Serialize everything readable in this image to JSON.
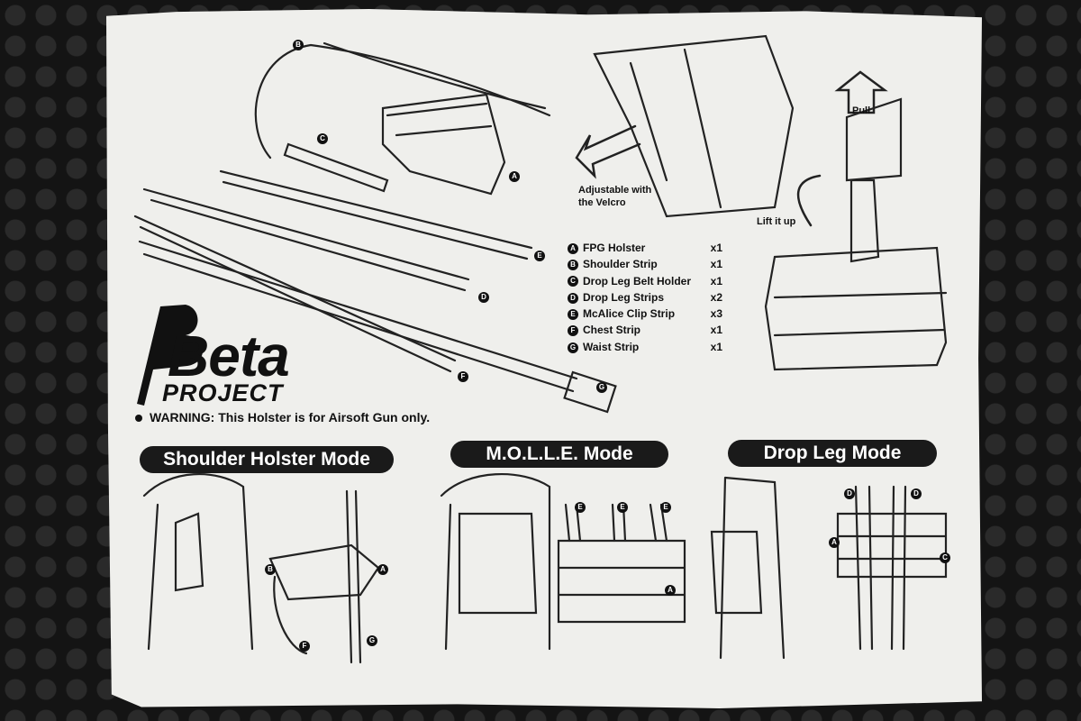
{
  "brand": {
    "logo": "Beta",
    "sub": "PROJECT"
  },
  "warning": "WARNING: This Holster is for Airsoft Gun only.",
  "modes": [
    {
      "label": "Shoulder Holster Mode"
    },
    {
      "label": "M.O.L.L.E. Mode"
    },
    {
      "label": "Drop Leg Mode"
    }
  ],
  "parts": [
    {
      "letter": "A",
      "name": "FPG Holster",
      "qty": "x1"
    },
    {
      "letter": "B",
      "name": "Shoulder Strip",
      "qty": "x1"
    },
    {
      "letter": "C",
      "name": "Drop Leg Belt Holder",
      "qty": "x1"
    },
    {
      "letter": "D",
      "name": "Drop Leg Strips",
      "qty": "x2"
    },
    {
      "letter": "E",
      "name": "McAlice Clip Strip",
      "qty": "x3"
    },
    {
      "letter": "F",
      "name": "Chest Strip",
      "qty": "x1"
    },
    {
      "letter": "G",
      "name": "Waist Strip",
      "qty": "x1"
    }
  ],
  "callouts": {
    "adjust": "Adjustable with the Velcro",
    "pull": "Pull",
    "lift": "Lift it up"
  },
  "component_letters": {
    "top": [
      "B",
      "C",
      "A",
      "E",
      "D",
      "F",
      "G"
    ],
    "shoulder": [
      "B",
      "A",
      "F",
      "G"
    ],
    "molle": [
      "E",
      "E",
      "E",
      "A"
    ],
    "drop": [
      "D",
      "D",
      "A",
      "C"
    ]
  },
  "colors": {
    "paper": "#efefec",
    "ink": "#111111",
    "background": "#141414"
  }
}
